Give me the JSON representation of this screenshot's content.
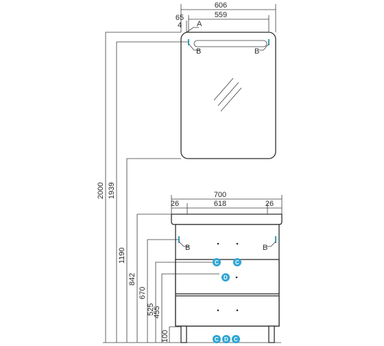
{
  "mirror": {
    "width_total": "606",
    "width_inner": "559",
    "offset_top_a": "65",
    "offset_top_b": "4",
    "point_a_label": "A",
    "point_b_left_label": "B",
    "point_b_right_label": "B"
  },
  "vanity": {
    "width_total": "700",
    "width_basin": "618",
    "side_left": "26",
    "side_right": "26",
    "point_b_left_label": "B",
    "point_b_right_label": "B"
  },
  "heights": {
    "h2000": "2000",
    "h1939": "1939",
    "h1190": "1190",
    "h842": "842",
    "h670": "670",
    "h525": "525",
    "h455": "455",
    "h100": "100"
  },
  "markers": {
    "c_left": "C",
    "c_right": "C",
    "d_mid": "D",
    "c_bot_1": "C",
    "d_bot": "D",
    "c_bot_2": "C"
  },
  "colors": {
    "line": "#2b2b2b",
    "marker": "#2aa6d8"
  }
}
